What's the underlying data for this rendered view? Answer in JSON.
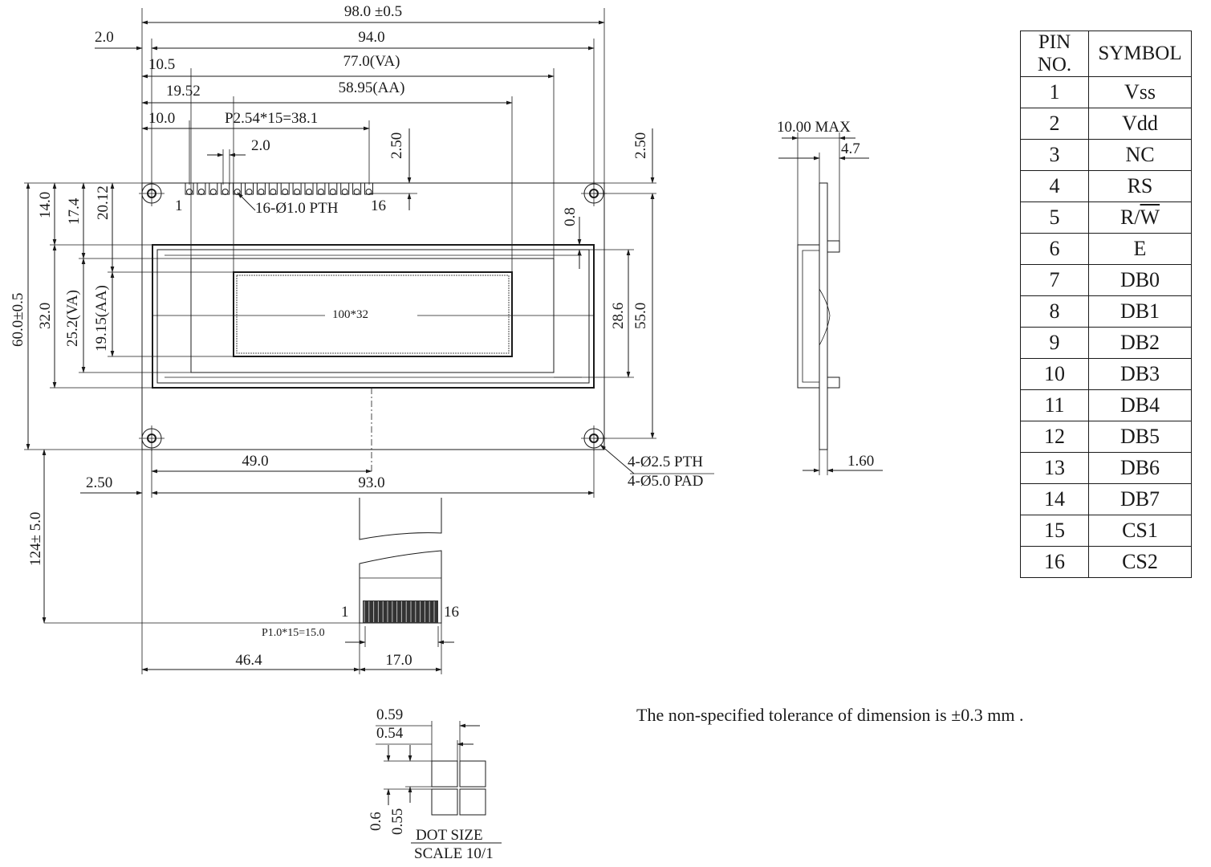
{
  "front_view": {
    "dims": {
      "overall_width": "98.0 ±0.5",
      "hole_pitch": "94.0",
      "va_width": "77.0(VA)",
      "aa_width": "58.95(AA)",
      "left_2": "2.0",
      "left_10_5": "10.5",
      "left_19_52": "19.52",
      "left_10": "10.0",
      "pin_pitch": "P2.54*15=38.1",
      "pin_2": "2.0",
      "top_2_50": "2.50",
      "right_2_50": "2.50",
      "h14": "14.0",
      "h17_4": "17.4",
      "h20_12": "20.12",
      "h0_8": "0.8",
      "overall_height": "60.0±0.5",
      "h32": "32.0",
      "va_height": "25.2(VA)",
      "aa_height": "19.15(AA)",
      "h28_6": "28.6",
      "h55": "55.0",
      "center_49": "49.0",
      "width_93": "93.0",
      "bottom_2_50": "2.50",
      "fpc_length": "124± 5.0",
      "fpc_left": "46.4",
      "fpc_width": "17.0",
      "fpc_pitch": "P1.0*15=15.0"
    },
    "labels": {
      "pin_start": "1",
      "pin_end": "16",
      "pth_pins": "16-Ø1.0 PTH",
      "display": "100*32",
      "hole_pth": "4-Ø2.5 PTH",
      "hole_pad": "4-Ø5.0 PAD",
      "fpc_pin_start": "1",
      "fpc_pin_end": "16"
    }
  },
  "side_view": {
    "max_thickness": "10.00 MAX",
    "dim_4_7": "4.7",
    "dim_1_60": "1.60"
  },
  "dot_detail": {
    "dot_w_pitch": "0.59",
    "dot_w": "0.54",
    "dot_h_pitch": "0.6",
    "dot_h": "0.55",
    "title": "DOT SIZE",
    "scale": "SCALE 10/1"
  },
  "pin_table": {
    "headers": [
      "PIN NO.",
      "SYMBOL"
    ],
    "rows": [
      [
        "1",
        "Vss"
      ],
      [
        "2",
        "Vdd"
      ],
      [
        "3",
        "NC"
      ],
      [
        "4",
        "RS"
      ],
      [
        "5",
        "R/W"
      ],
      [
        "6",
        "E"
      ],
      [
        "7",
        "DB0"
      ],
      [
        "8",
        "DB1"
      ],
      [
        "9",
        "DB2"
      ],
      [
        "10",
        "DB3"
      ],
      [
        "11",
        "DB4"
      ],
      [
        "12",
        "DB5"
      ],
      [
        "13",
        "DB6"
      ],
      [
        "14",
        "DB7"
      ],
      [
        "15",
        "CS1"
      ],
      [
        "16",
        "CS2"
      ]
    ]
  },
  "tolerance_note": "The non-specified tolerance of dimension is ±0.3 mm ."
}
